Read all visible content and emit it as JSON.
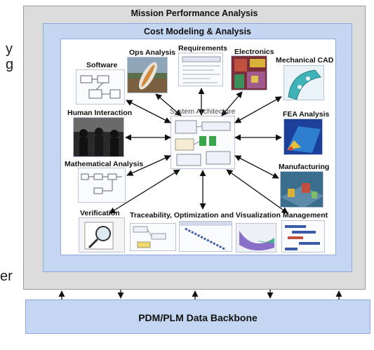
{
  "edge_fragments": {
    "top": "y",
    "middle": "g",
    "bottom": "er"
  },
  "containers": {
    "outer_title": "Mission Performance Analysis",
    "middle_title": "Cost Modeling & Analysis",
    "backbone_title": "PDM/PLM Data Backbone"
  },
  "nodes": {
    "center": "System Architecture",
    "software": "Software",
    "ops_analysis": "Ops Analysis",
    "requirements": "Requirements",
    "electronics": "Electronics",
    "mechanical_cad": "Mechanical CAD",
    "human_interaction": "Human Interaction",
    "fea_analysis": "FEA Analysis",
    "mathematical_analysis": "Mathematical Analysis",
    "manufacturing": "Manufacturing",
    "verification": "Verification",
    "traceability": "Traceability, Optimization and Visualization",
    "management": "Management"
  },
  "colors": {
    "outer_fill": "#dcdcdc",
    "blue_fill": "#c5d6f2",
    "blue_border": "#8ea8d8",
    "arrow": "#111111"
  }
}
